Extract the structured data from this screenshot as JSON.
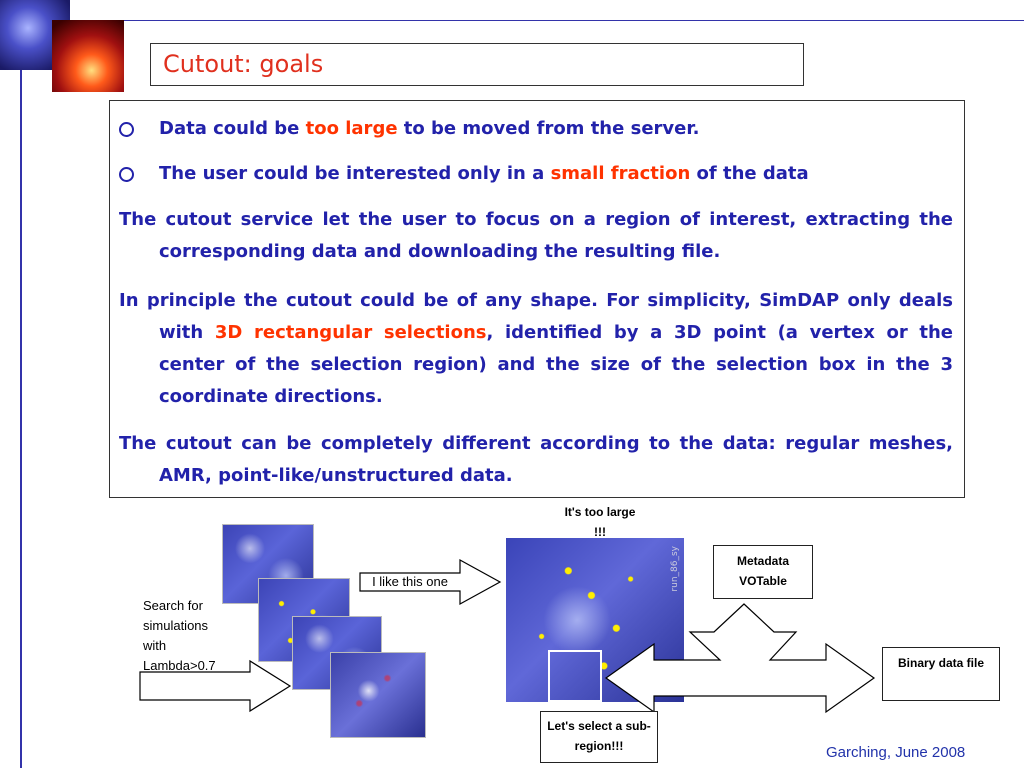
{
  "slide": {
    "title": "Cutout: goals",
    "footer": "Garching, June 2008"
  },
  "content": {
    "bullet1": {
      "before": "Data could be ",
      "highlight": "too large",
      "after": " to be moved from the server."
    },
    "bullet2": {
      "before": "The user could be interested only in a ",
      "highlight": "small fraction",
      "after": " of the data"
    },
    "para1": "The cutout service let the user to focus on a region of interest, extracting the corresponding data and downloading the resulting file.",
    "para2": {
      "before": "In principle the cutout could be of any shape. For simplicity, SimDAP only deals with ",
      "highlight": "3D rectangular selections",
      "after": ", identified by a 3D point (a vertex or the center of the selection region) and the size of the selection box in the 3 coordinate directions."
    },
    "para3": "The cutout can be completely different according to the data: regular meshes, AMR, point-like/unstructured data."
  },
  "diagram": {
    "search_label": "Search for simulations with Lambda>0.7",
    "like_label": "I like this one",
    "too_large_label": "It's too large !!!",
    "select_label": "Let's select a sub-region!!!",
    "metadata_label": "Metadata VOTable",
    "binary_label": "Binary data file",
    "thumb_tag": "run_86_sy"
  },
  "colors": {
    "title": "#e0301e",
    "body_text": "#2222aa",
    "highlight": "#ff3300",
    "accent_line": "#3333aa"
  }
}
